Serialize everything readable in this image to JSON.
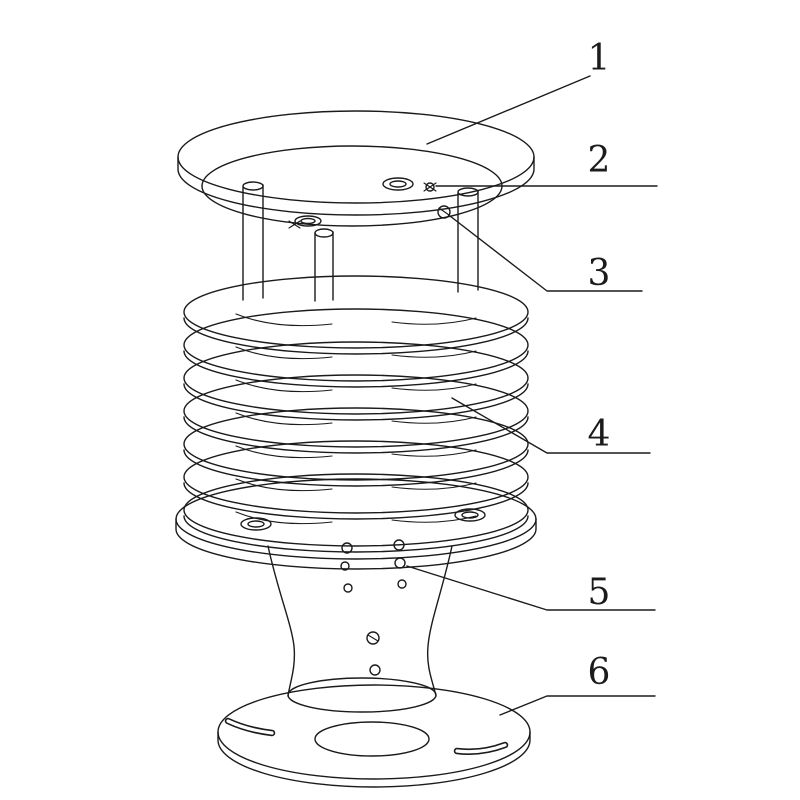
{
  "figure": {
    "callouts": [
      {
        "number": "1"
      },
      {
        "number": "2"
      },
      {
        "number": "3"
      },
      {
        "number": "4"
      },
      {
        "number": "5"
      },
      {
        "number": "6"
      }
    ],
    "colors": {
      "line": "#1b1b1b",
      "background": "#ffffff"
    }
  }
}
